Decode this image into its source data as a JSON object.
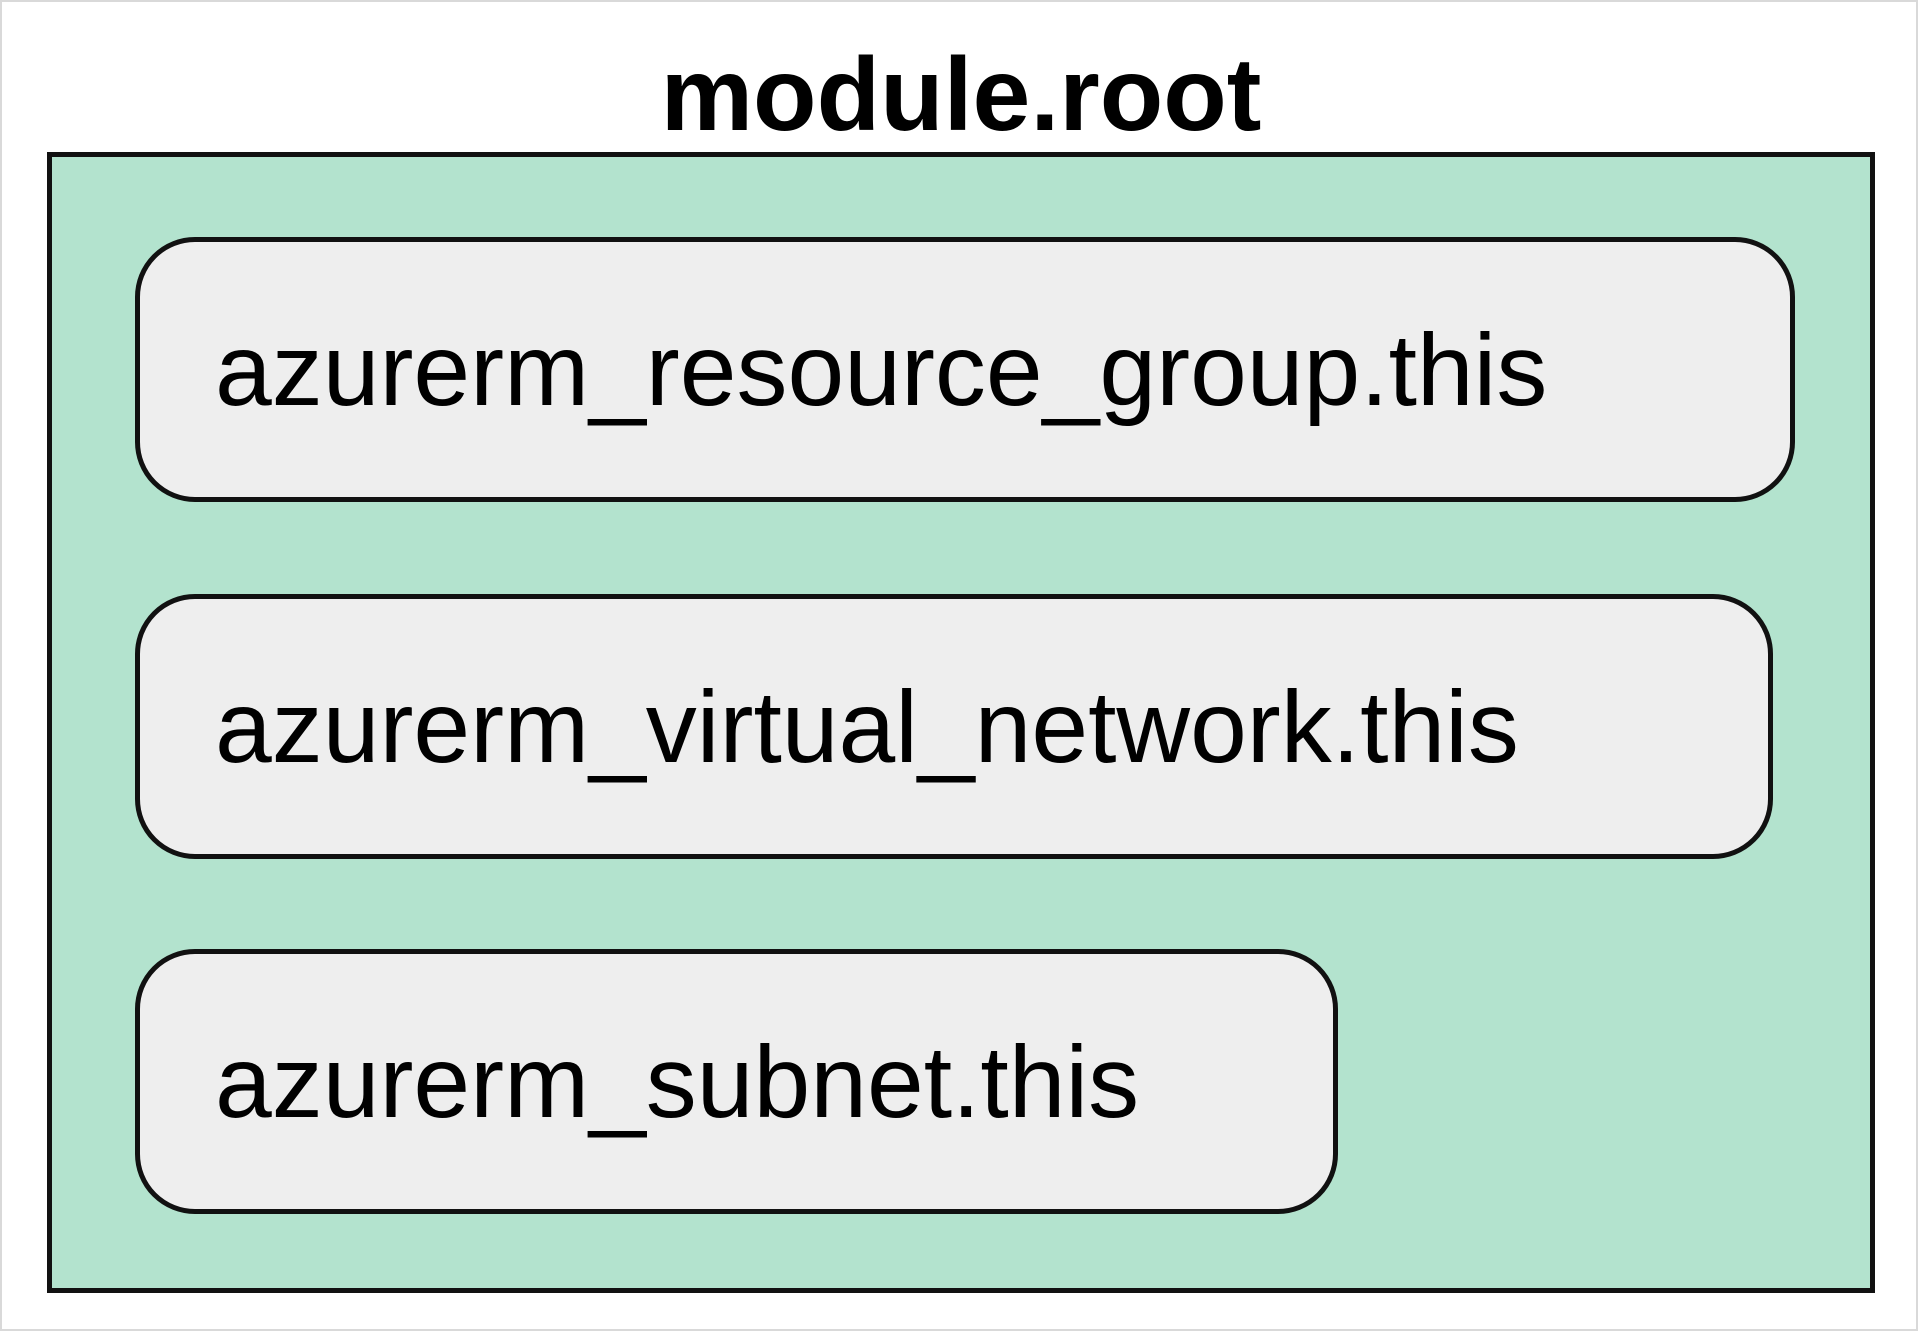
{
  "module": {
    "title": "module.root",
    "fill_color": "#b3e3ce",
    "resources": [
      {
        "label": "azurerm_resource_group.this"
      },
      {
        "label": "azurerm_virtual_network.this"
      },
      {
        "label": "azurerm_subnet.this"
      }
    ],
    "resource_fill_color": "#eeeeee"
  }
}
